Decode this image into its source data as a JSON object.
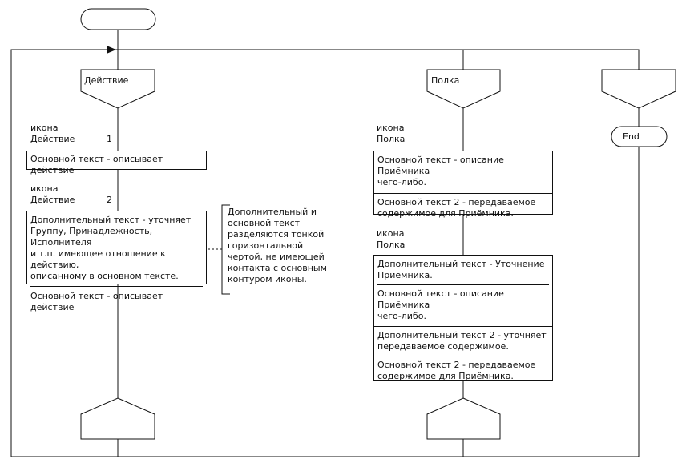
{
  "branch1": {
    "header": "Действие",
    "icon1": {
      "type": "икона",
      "name": "Действие",
      "num": "1",
      "text": "Основной текст - описывает действие"
    },
    "icon2": {
      "type": "икона",
      "name": "Действие",
      "num": "2",
      "extra": [
        "Дополнительный текст - уточняет",
        "Группу, Принадлежность, Исполнителя",
        "и т.п. имеющее отношение к действию,",
        "описанному в основном тексте."
      ],
      "main": "Основной текст - описывает действие"
    }
  },
  "note": [
    "Дополнительный и",
    "основной текст",
    "разделяются тонкой",
    "горизонтальной",
    "чертой, не имеющей",
    "контакта с основным",
    "контуром иконы."
  ],
  "branch2": {
    "header": "Полка",
    "icon1": {
      "type": "икона",
      "name": "Полка",
      "text": [
        "Основной текст - описание Приёмника",
        "чего-либо."
      ],
      "text2": [
        "Основной текст 2 - передаваемое",
        "содержимое для Приёмника."
      ]
    },
    "icon2": {
      "type": "икона",
      "name": "Полка",
      "extra": [
        "Дополнительный текст - Уточнение",
        "Приёмника."
      ],
      "main": [
        "Основной текст - описание Приёмника",
        "чего-либо."
      ],
      "extra2": [
        "Дополнительный текст 2 - уточняет",
        "передаваемое содержимое."
      ],
      "main2": [
        "Основной текст 2 - передаваемое",
        "содержимое для Приёмника."
      ]
    }
  },
  "branch3": {
    "end": "End"
  }
}
